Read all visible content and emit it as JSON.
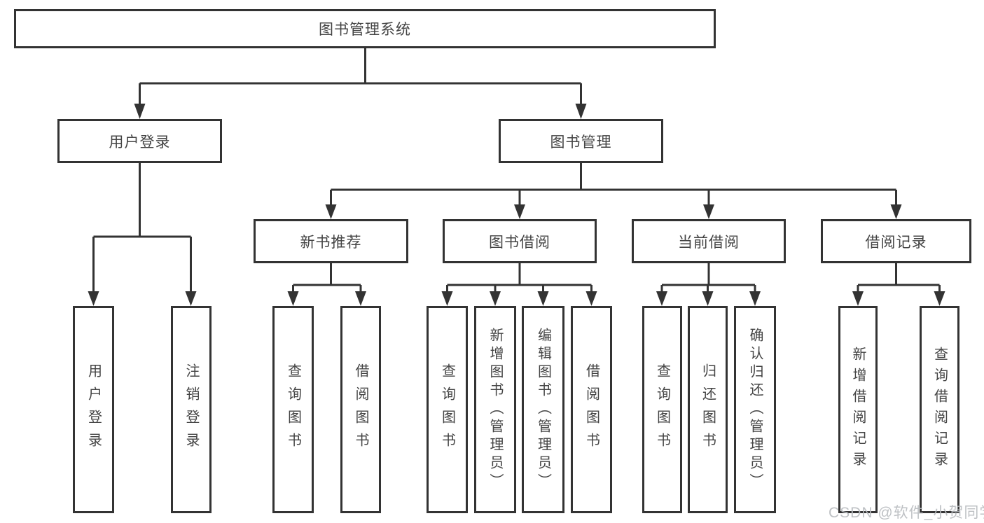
{
  "nodes": {
    "root": "图书管理系统",
    "level2": [
      "用户登录",
      "图书管理"
    ],
    "level3": [
      "新书推荐",
      "图书借阅",
      "当前借阅",
      "借阅记录"
    ],
    "leaves": [
      "用户登录",
      "注销登录",
      "查询图书",
      "借阅图书",
      "查询图书",
      "新增图书（管理员）",
      "编辑图书（管理员）",
      "借阅图书",
      "查询图书",
      "归还图书",
      "确认归还（管理员）",
      "新增借阅记录",
      "查询借阅记录"
    ]
  },
  "watermark": "CSDN @软件_小贺同学",
  "colors": {
    "line": "#333333",
    "text": "#444444",
    "watermark": "#b9bcc0",
    "bg": "#ffffff"
  }
}
